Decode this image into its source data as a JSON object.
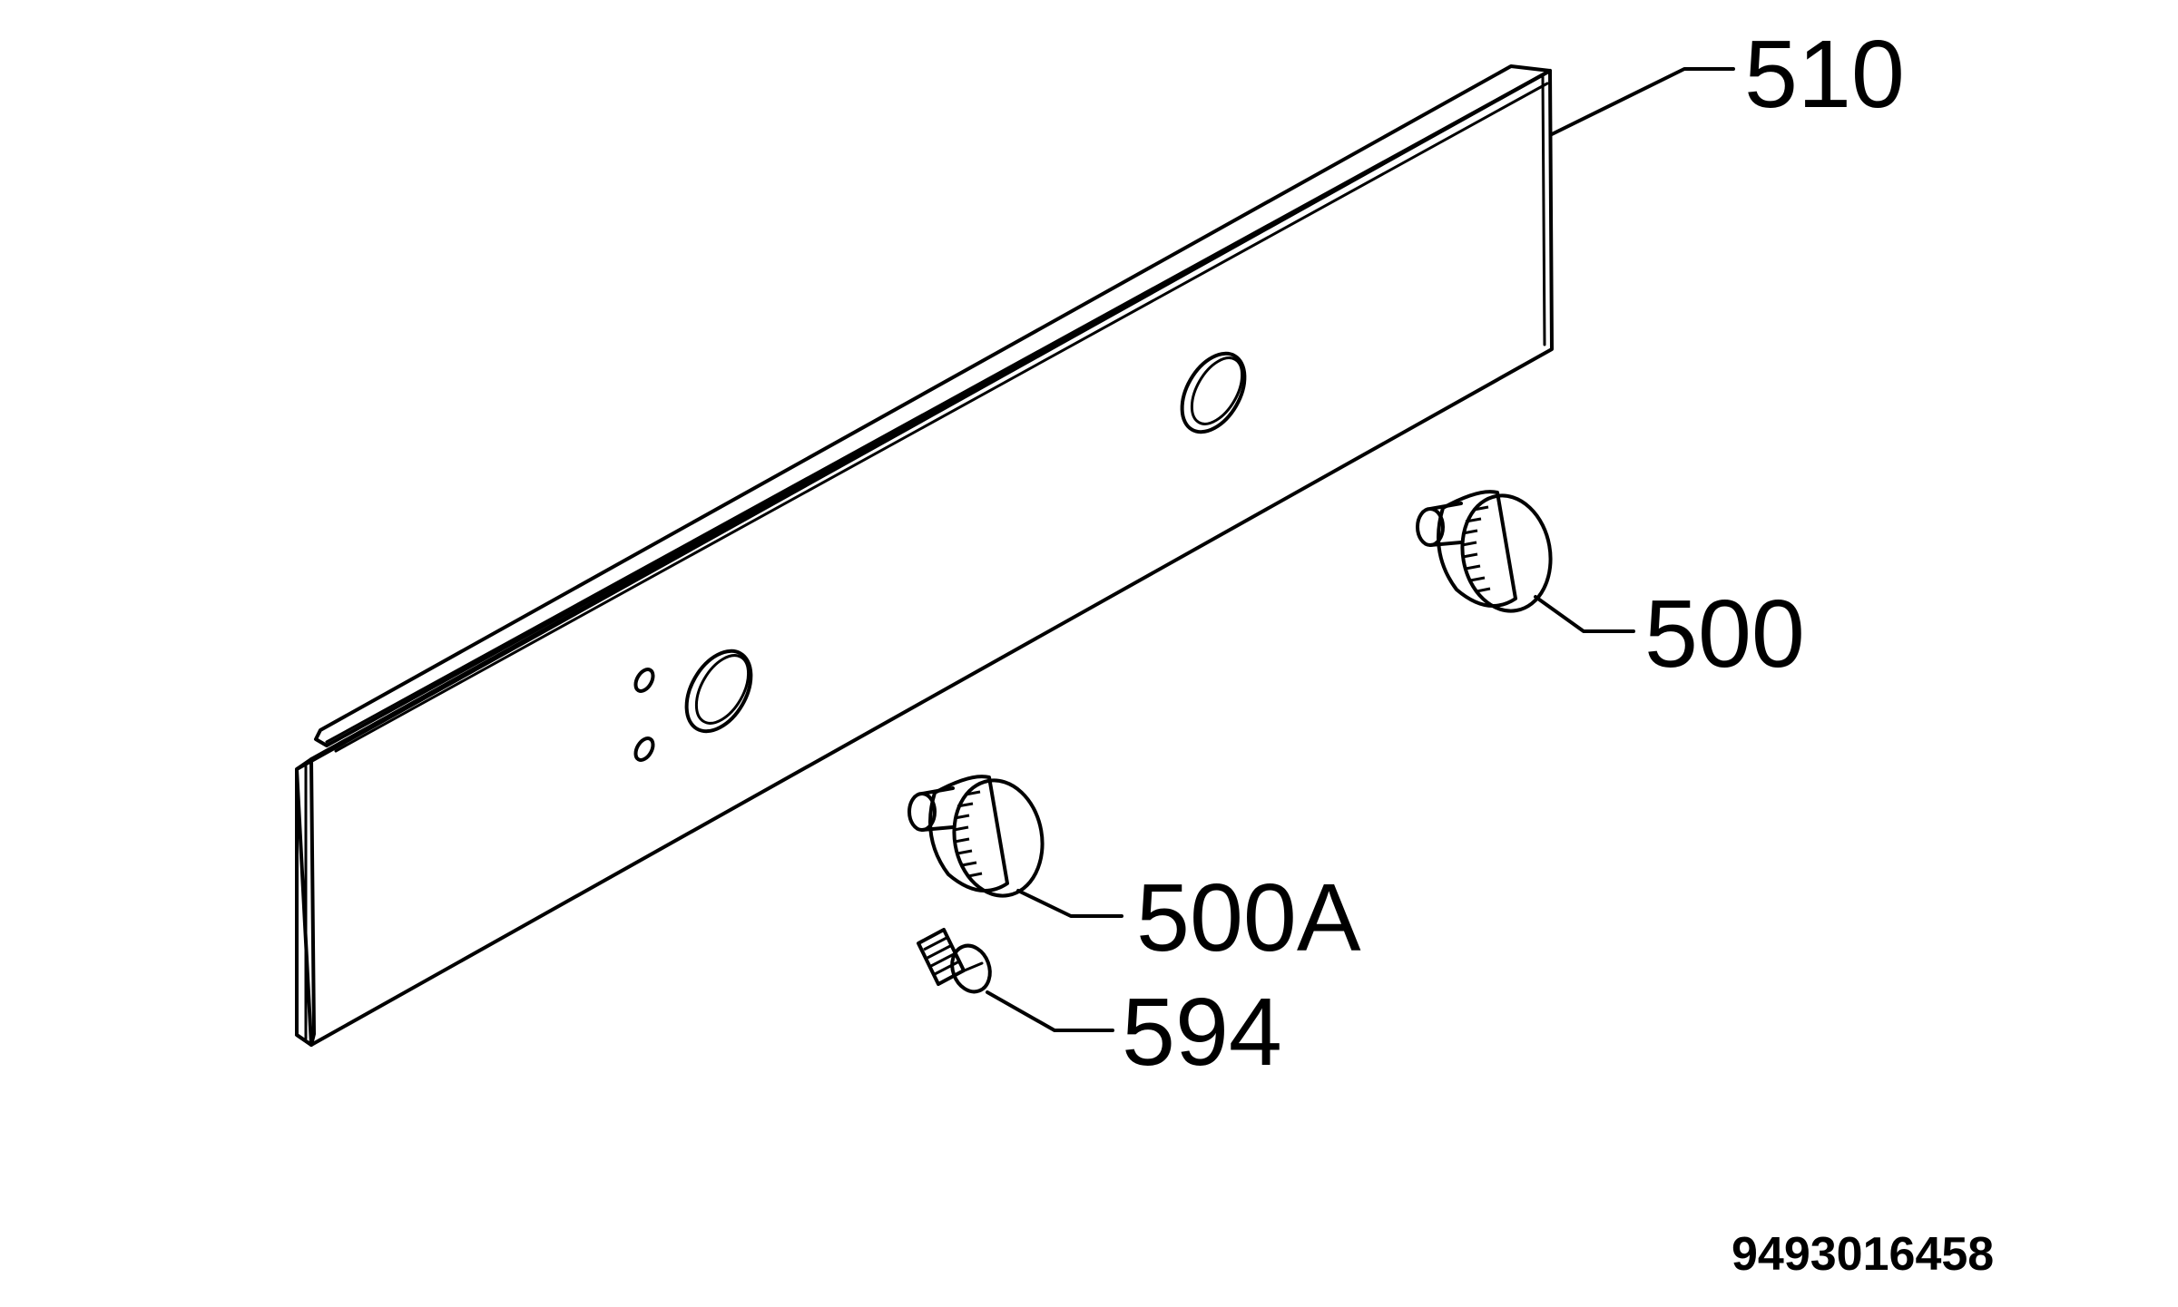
{
  "diagram": {
    "labels": {
      "panel": "510",
      "knob_right": "500",
      "knob_left": "500A",
      "screw": "594"
    },
    "document_id": "9493016458"
  }
}
